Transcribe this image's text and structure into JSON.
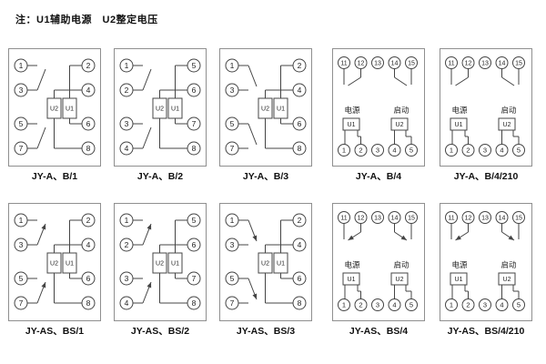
{
  "note": "注：U1辅助电源　U2整定电压",
  "line_color": "#444444",
  "frame_color": "#8f8f8f",
  "diagrams": [
    {
      "label": "JY-A、B/1",
      "type": "eight",
      "left": [
        "1",
        "3",
        "5",
        "7"
      ],
      "right": [
        "2",
        "4",
        "6",
        "8"
      ],
      "units": [
        "U2",
        "U1"
      ],
      "arrows": false
    },
    {
      "label": "JY-A、B/2",
      "type": "eight",
      "left": [
        "1",
        "2",
        "3",
        "4"
      ],
      "right": [
        "5",
        "6",
        "7",
        "8"
      ],
      "units": [
        "U2",
        "U1"
      ],
      "arrows": false
    },
    {
      "label": "JY-A、B/3",
      "type": "eight",
      "variant": "mirror",
      "left": [
        "1",
        "3",
        "5",
        "7"
      ],
      "right": [
        "2",
        "4",
        "6",
        "8"
      ],
      "units": [
        "U2",
        "U1"
      ],
      "arrows": false
    },
    {
      "label": "JY-A、B/4",
      "type": "fifteen",
      "top": [
        "11",
        "12",
        "13",
        "14",
        "15"
      ],
      "bottom": [
        "1",
        "2",
        "3",
        "4",
        "5"
      ],
      "units": [
        "U1",
        "U2"
      ],
      "power": "电源",
      "start": "启动",
      "arrows": false
    },
    {
      "label": "JY-A、B/4/210",
      "type": "fifteen",
      "top": [
        "11",
        "12",
        "13",
        "14",
        "15"
      ],
      "bottom": [
        "1",
        "2",
        "3",
        "4",
        "5"
      ],
      "units": [
        "U1",
        "U2"
      ],
      "power": "电源",
      "start": "启动",
      "arrows": false
    },
    {
      "label": "JY-AS、BS/1",
      "type": "eight",
      "left": [
        "1",
        "3",
        "5",
        "7"
      ],
      "right": [
        "2",
        "4",
        "6",
        "8"
      ],
      "units": [
        "U2",
        "U1"
      ],
      "arrows": true
    },
    {
      "label": "JY-AS、BS/2",
      "type": "eight",
      "left": [
        "1",
        "2",
        "3",
        "4"
      ],
      "right": [
        "5",
        "6",
        "7",
        "8"
      ],
      "units": [
        "U2",
        "U1"
      ],
      "arrows": true
    },
    {
      "label": "JY-AS、BS/3",
      "type": "eight",
      "variant": "mirror",
      "left": [
        "1",
        "3",
        "5",
        "7"
      ],
      "right": [
        "2",
        "4",
        "6",
        "8"
      ],
      "units": [
        "U2",
        "U1"
      ],
      "arrows": true
    },
    {
      "label": "JY-AS、BS/4",
      "type": "fifteen",
      "top": [
        "11",
        "12",
        "13",
        "14",
        "15"
      ],
      "bottom": [
        "1",
        "2",
        "3",
        "4",
        "5"
      ],
      "units": [
        "U1",
        "U2"
      ],
      "power": "电源",
      "start": "启动",
      "arrows": true
    },
    {
      "label": "JY-AS、BS/4/210",
      "type": "fifteen",
      "top": [
        "11",
        "12",
        "13",
        "14",
        "15"
      ],
      "bottom": [
        "1",
        "2",
        "3",
        "4",
        "5"
      ],
      "units": [
        "U1",
        "U2"
      ],
      "power": "电源",
      "start": "启动",
      "arrows": true
    }
  ]
}
